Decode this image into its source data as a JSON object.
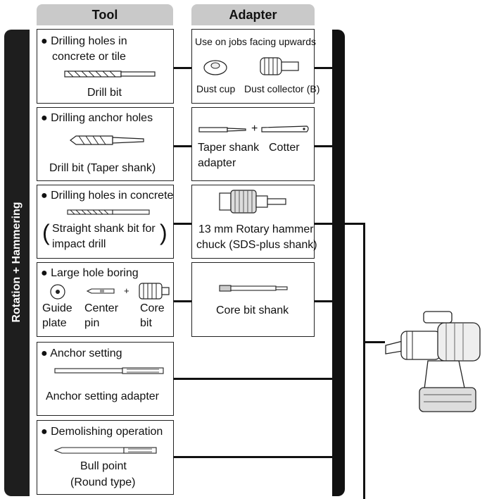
{
  "headers": {
    "tool": "Tool",
    "adapter": "Adapter"
  },
  "sidebar_label": "Rotation + Hammering",
  "rows": [
    {
      "tool_title_lines": [
        "Drilling holes in",
        "concrete or tile"
      ],
      "tool_item": "Drill bit",
      "adapter_title": "Use on jobs facing upwards",
      "adapter_items": [
        "Dust cup",
        "Dust collector (B)"
      ]
    },
    {
      "tool_title": "Drilling anchor holes",
      "tool_item": "Drill bit (Taper shank)",
      "adapter_plus": "+",
      "adapter_items": [
        "Taper shank",
        "adapter",
        "Cotter"
      ]
    },
    {
      "tool_title": "Drilling holes in concrete",
      "tool_item_lines": [
        "Straight shank bit for",
        "impact drill"
      ],
      "adapter_item_lines": [
        "13 mm Rotary hammer",
        "chuck (SDS-plus shank)"
      ]
    },
    {
      "tool_title": "Large hole boring",
      "tool_items": [
        {
          "line1": "Guide",
          "line2": "plate"
        },
        {
          "line1": "Center",
          "line2": "pin"
        },
        {
          "line1": "Core",
          "line2": "bit"
        }
      ],
      "tool_plus": "+",
      "adapter_item": "Core bit shank"
    },
    {
      "tool_title": "Anchor setting",
      "tool_item": "Anchor setting adapter"
    },
    {
      "tool_title": "Demolishing operation",
      "tool_item_lines": [
        "Bull point",
        "(Round type)"
      ]
    }
  ]
}
